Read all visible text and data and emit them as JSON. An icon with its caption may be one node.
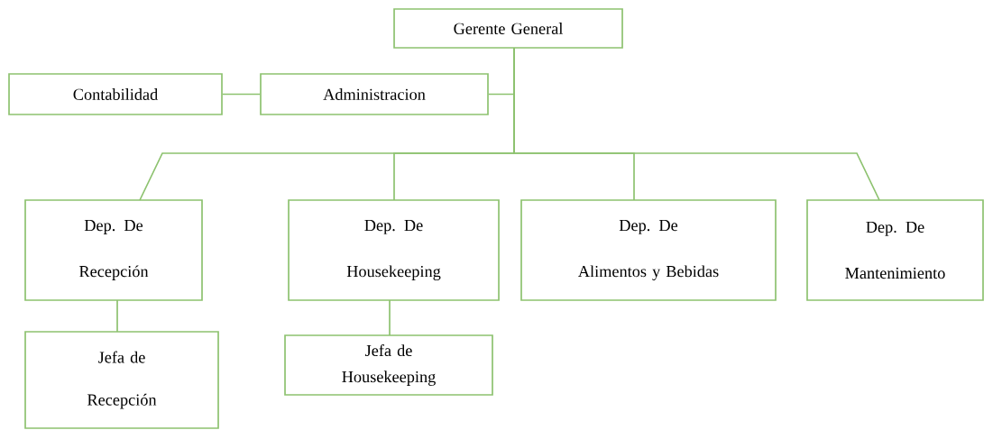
{
  "diagram": {
    "nodes": [
      {
        "text": [
          "Gerente General"
        ]
      },
      {
        "text": [
          "Contabilidad"
        ]
      },
      {
        "text": [
          "Administracion"
        ]
      },
      {
        "text": [
          "Dep. De",
          "Recepción"
        ]
      },
      {
        "text": [
          "Dep. De",
          "Housekeeping"
        ]
      },
      {
        "text": [
          "Dep. De",
          "Alimentos y Bebidas"
        ]
      },
      {
        "text": [
          "Dep. De",
          "Mantenimiento"
        ]
      },
      {
        "text": [
          "Jefa de",
          "Recepción"
        ]
      },
      {
        "text": [
          "Jefa de",
          "Housekeeping"
        ]
      }
    ],
    "edges": [
      {
        "from": 0,
        "to": 2,
        "arrow": "none"
      },
      {
        "from": 1,
        "to": 2,
        "arrow": "none"
      },
      {
        "from": 0,
        "to": 3,
        "arrow": "none"
      },
      {
        "from": 0,
        "to": 4,
        "arrow": "none"
      },
      {
        "from": 0,
        "to": 5,
        "arrow": "none"
      },
      {
        "from": 0,
        "to": 6,
        "arrow": "none"
      },
      {
        "from": 3,
        "to": 7,
        "arrow": "none"
      },
      {
        "from": 4,
        "to": 8,
        "arrow": "none"
      }
    ]
  }
}
